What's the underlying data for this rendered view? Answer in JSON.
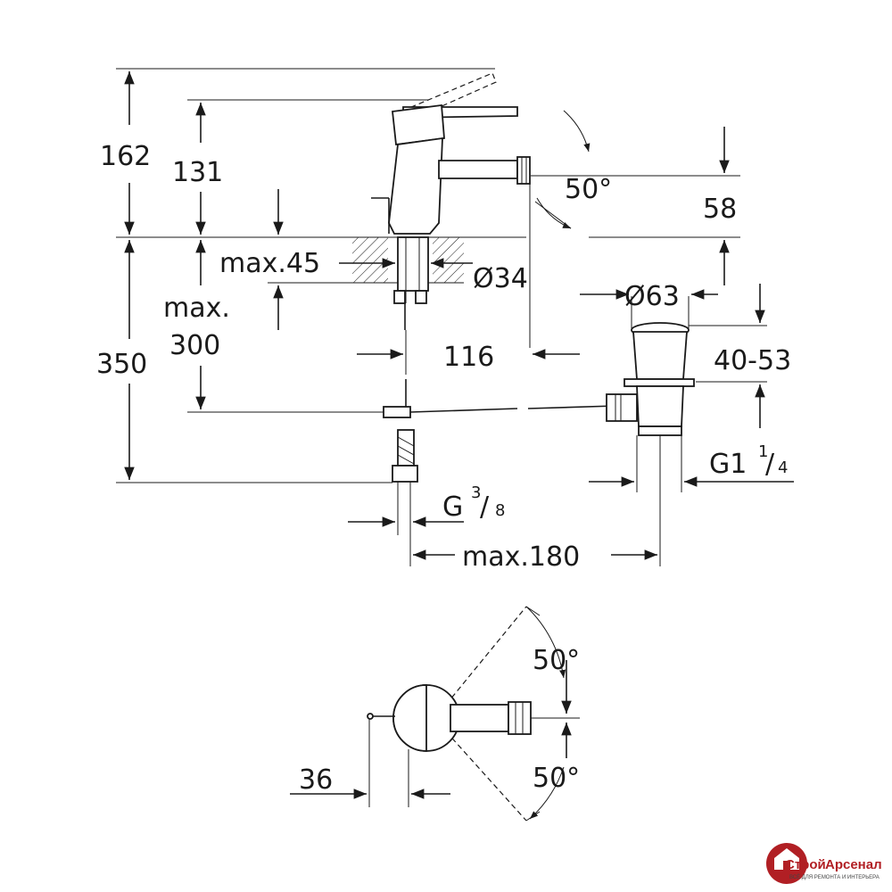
{
  "dimensions": {
    "d162": "162",
    "d131": "131",
    "d350": "350",
    "max45": "max.45",
    "max300_a": "max.",
    "max300_b": "300",
    "d34": "Ø34",
    "angle_top": "50°",
    "d58": "58",
    "d63": "Ø63",
    "d116": "116",
    "d40_53": "40-53",
    "g114_base": "G1",
    "g114_num": "1",
    "g114_den": "4",
    "g38_base": "G",
    "g38_num": "3",
    "g38_den": "8",
    "max180": "max.180",
    "angle_plan_top": "50°",
    "angle_plan_bottom": "50°",
    "d36": "36"
  },
  "logo": {
    "brand_a": "Строй",
    "brand_b": "Арсенал",
    "tagline": "ВСЁ ДЛЯ РЕМОНТА И ИНТЕРЬЕРА"
  },
  "colors": {
    "line": "#1a1a1a",
    "logo_red": "#b11f24"
  }
}
